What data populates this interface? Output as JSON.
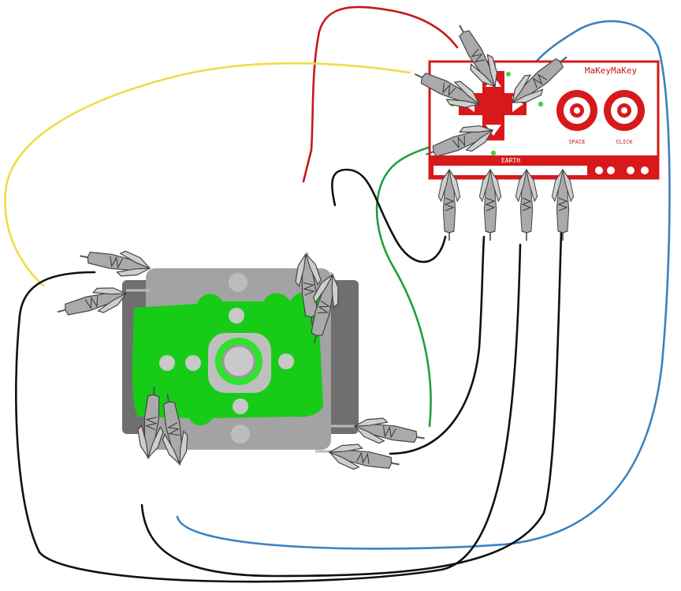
{
  "board": {
    "brand_label": "MaKeyMaKey",
    "earth_label": "EARTH",
    "space_label": "SPACE",
    "click_label": "CLICK"
  },
  "colors": {
    "board_red": "#d7191c",
    "board_bg": "#ffffff",
    "joystick_green": "#17cc17",
    "joystick_gray": "#a3a3a3",
    "joystick_dark": "#6f6f6f",
    "wire_red": "#c81818",
    "wire_yellow": "#f0dc46",
    "wire_blue": "#3a82c0",
    "wire_green": "#1ea03a",
    "wire_black": "#111111"
  },
  "wires": [
    {
      "name": "red-wire",
      "color": "red"
    },
    {
      "name": "yellow-wire",
      "color": "yellow"
    },
    {
      "name": "blue-wire",
      "color": "blue"
    },
    {
      "name": "green-wire",
      "color": "green"
    },
    {
      "name": "black-wire",
      "color": "black"
    }
  ]
}
